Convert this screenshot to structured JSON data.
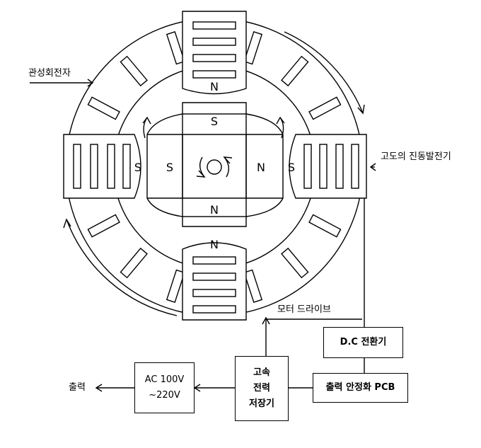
{
  "labels": {
    "inertial_rotor": "관성회전자",
    "high_freq_generator": "고도의 진동발전기",
    "motor_drive": "모터 드라이브",
    "output": "출력"
  },
  "boxes": {
    "dc_converter": "D.C 전환기",
    "output_pcb": "출력 안정화 PCB",
    "ac_output_line1": "AC 100V",
    "ac_output_line2": "~220V",
    "storage_line1": "고속",
    "storage_line2": "전력",
    "storage_line3": "저장기"
  },
  "magnets": {
    "north": "N",
    "south": "S"
  }
}
